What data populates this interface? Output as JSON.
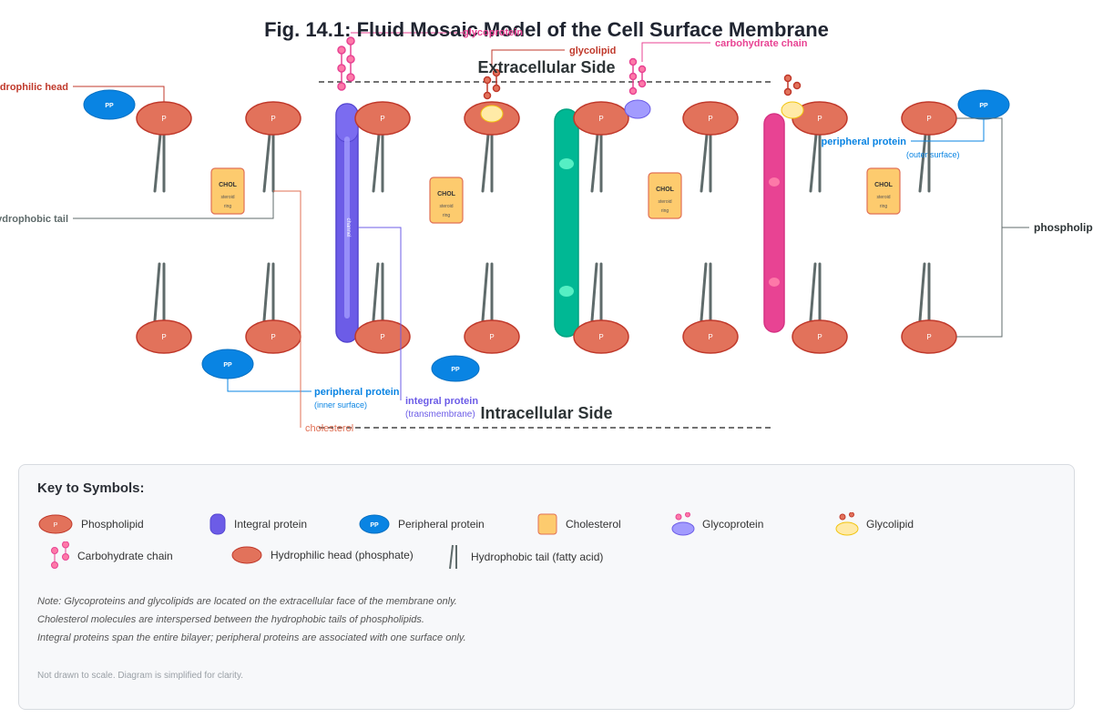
{
  "title": "Fig. 14.1: Fluid Mosaic Model of the Cell Surface Membrane",
  "sides": {
    "extracellular": "Extracellular Side",
    "intracellular": "Intracellular Side"
  },
  "glyph_text": {
    "phosphate": "P",
    "peripheral": "PP",
    "cholesterol": "CHOL",
    "steroid": "steroid",
    "ring": "ring",
    "channel": "channel"
  },
  "labels": {
    "hydrophilic_head": "hydrophilic head",
    "hydrophobic_tail": "hydrophobic tail",
    "glycoprotein": "glycoprotein",
    "glycolipid": "glycolipid",
    "carbohydrate_chain": "carbohydrate chain",
    "peripheral_outer": "peripheral protein",
    "peripheral_outer_sub": "(outer surface)",
    "peripheral_inner": "peripheral protein",
    "peripheral_inner_sub": "(inner surface)",
    "integral": "integral protein",
    "integral_sub": "(transmembrane)",
    "cholesterol": "cholesterol",
    "phospholipid": "phospholipid"
  },
  "key": {
    "title": "Key to Symbols:",
    "items": [
      "Phospholipid",
      "Integral protein",
      "Peripheral protein",
      "Cholesterol",
      "Glycoprotein",
      "Glycolipid",
      "Carbohydrate chain",
      "Hydrophilic head (phosphate)",
      "Hydrophobic tail (fatty acid)"
    ],
    "notes": [
      "Note: Glycoproteins and glycolipids are located on the extracellular face of the membrane only.",
      "Cholesterol molecules are interspersed between the hydrophobic tails of phospholipids.",
      "Integral proteins span the entire bilayer; peripheral proteins are associated with one surface only."
    ],
    "footnote": "Not drawn to scale. Diagram is simplified for clarity."
  },
  "colors": {
    "head_fill": "#e2725b",
    "head_stroke": "#c0392b",
    "tail": "#5f6b6b",
    "integral_purple": "#6c5ce7",
    "integral_green": "#00b894",
    "integral_pink": "#e84393",
    "peripheral": "#0984e3",
    "cholesterol_fill": "#fdcb6e",
    "cholesterol_stroke": "#e17055",
    "glycoprotein": "#a29bfe",
    "glycolipid": "#ffeaa7",
    "carb": "#fd79a8"
  }
}
